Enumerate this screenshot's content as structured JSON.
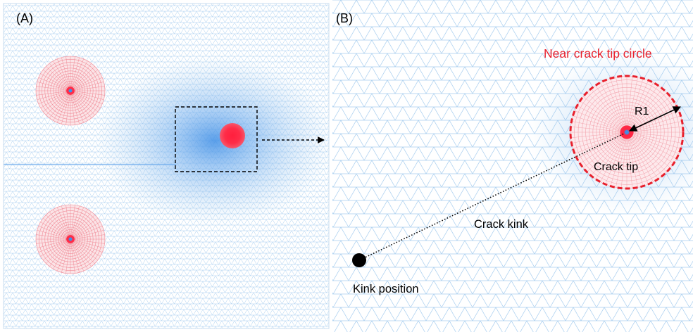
{
  "panel_a": {
    "label": "(A)"
  },
  "panel_b": {
    "label": "(B)",
    "near_tip_title": "Near crack tip circle",
    "radius_label": "R1",
    "tip_label": "Crack tip",
    "kink_path_label": "Crack kink",
    "kink_point_label": "Kink position"
  },
  "colors": {
    "mesh": "#9cc6ec",
    "mesh_dense": "#3f8fe6",
    "rosette": "#f08a96",
    "rosette_fill": "#fbe3e6",
    "tip_red": "#ff1f3d",
    "circle_outline": "#e8202c",
    "title_red": "#e8202c",
    "black": "#000000"
  }
}
